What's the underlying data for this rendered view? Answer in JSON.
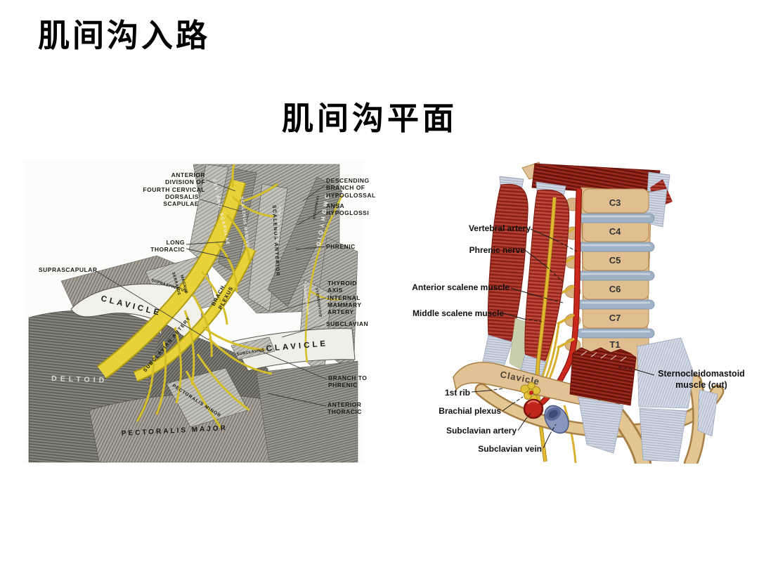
{
  "slide": {
    "title": "肌间沟入路",
    "subtitle": "肌间沟平面"
  },
  "left_figure": {
    "description": "Engraved anatomical plate of the brachial plexus with nerves highlighted in yellow",
    "outer_labels": {
      "anterior_division": "ANTERIOR\nDIVISION OF\nFOURTH CERVICAL",
      "dorsalis_scapulae": "DORSALIS\nSCAPULAE",
      "long_thoracic": "LONG\nTHORACIC",
      "suprascapular": "SUPRASCAPULAR",
      "descending_branch": "DESCENDING\nBRANCH OF\nHYPOGLOSSAL",
      "ansa_hypoglossi": "ANSA\nHYPOGLOSSI",
      "phrenic": "PHRENIC",
      "thyroid_axis": "THYROID\nAXIS\nINTERNAL\nMAMMARY\nARTERY",
      "subclavian": "SUBCLAVIAN",
      "branch_to_phrenic": "BRANCH TO\nPHRENIC",
      "anterior_thoracic": "ANTERIOR\nTHORACIC"
    },
    "inline_labels": {
      "clavicle_upper": "CLAVICLE",
      "clavicle_lower": "CLAVICLE",
      "deltoid": "DELTOID",
      "pectoralis_major": "PECTORALIS MAJOR",
      "pectoralis_minor": "PECTORALIS MINOR",
      "supraspinatus": "SUPRASPINATUS",
      "serratus_line1": "SERRATUS",
      "serratus_line2": "MAGNUS",
      "lev_ang_scapulae": "LEV. ANG. SCAPULAE",
      "scalenus_medius": "SCALENUS MEDIUS",
      "scalenus_anterior": "SCALENUS ANTERIOR",
      "omohyoid": "OMOHYOID",
      "com_car_artery": "COM. CAR. ARTERY",
      "thyrohyoid": "THYROHYOID",
      "sternothyroid": "STERNOTHYROID",
      "sternohyoid": "STERNOHYOID",
      "brach_line1": "BRACH.",
      "brach_line2": "PLEXUS",
      "subclavian_artery": "SUBCLAVIAN ARTERY",
      "subclavius": "SUBCLAVIUS"
    }
  },
  "right_figure": {
    "description": "Color illustration of the interscalene plane with cervical spine, scalene muscles and subclavian vessels",
    "labels": {
      "vertebral_artery": "Vertebral artery",
      "phrenic_nerve": "Phrenic nerve",
      "anterior_scalene": "Anterior scalene muscle",
      "middle_scalene": "Middle scalene muscle",
      "first_rib": "1st rib",
      "brachial_plexus": "Brachial plexus",
      "subclavian_artery": "Subclavian artery",
      "subclavian_vein": "Subclavian vein",
      "sternocleidomastoid": "Sternocleidomastoid\nmuscle (cut)",
      "clavicle": "Clavicle"
    },
    "vertebrae": [
      "C3",
      "C4",
      "C5",
      "C6",
      "C7",
      "T1"
    ],
    "colors": {
      "muscle_red": "#a83226",
      "scm_red": "#8c2117",
      "bone_tan": "#e0be90",
      "disc_blue": "#9fb2c6",
      "nerve_yellow": "#d8af2e",
      "artery_red": "#c0251b",
      "vein_blue": "#8a96bd",
      "ligament_blue": "#cfd6e2"
    }
  }
}
